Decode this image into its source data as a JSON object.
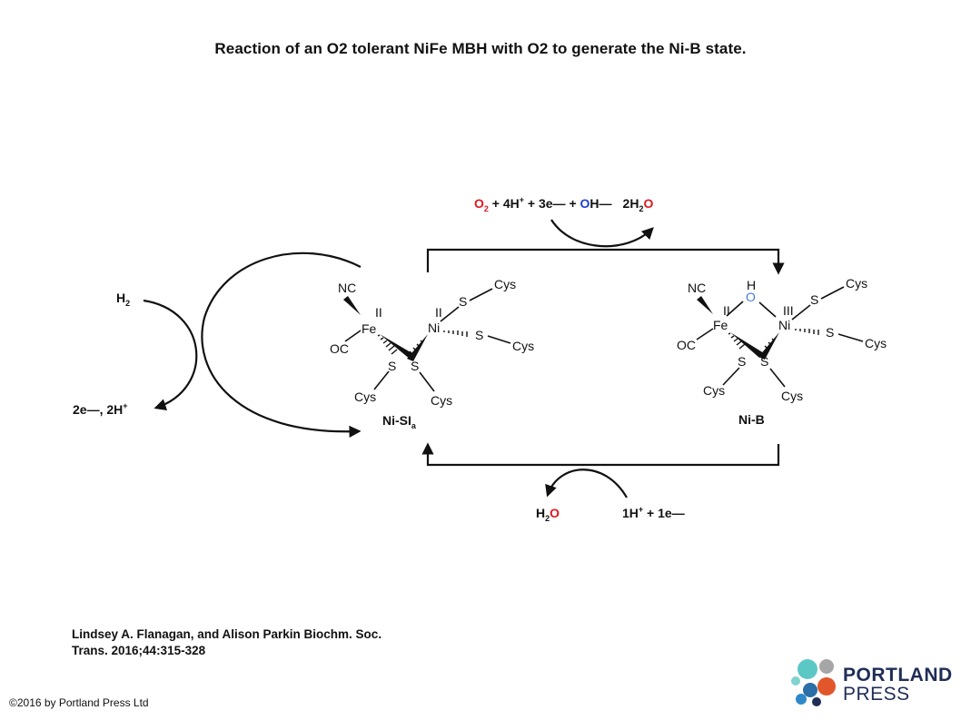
{
  "title": "Reaction of an O2 tolerant NiFe MBH with O2 to generate the Ni-B state.",
  "reactions": {
    "h2_input": {
      "main": "H",
      "sub": "2"
    },
    "h2_output": {
      "text": "2e—, 2H",
      "sup": "+"
    },
    "oxidation": {
      "o2": {
        "main": "O",
        "sub": "2"
      },
      "h": {
        "main": " + 4H",
        "sup": "+"
      },
      "e": " + 3e— + ",
      "oh": {
        "o": "O",
        "h": "H—"
      },
      "water": {
        "main": "2H",
        "sub": "2",
        "o": "O"
      }
    },
    "reduction": {
      "water": {
        "main": "H",
        "sub": "2",
        "o": "O"
      },
      "input": {
        "main": "1H",
        "sup": "+",
        "rest": " + 1e—"
      }
    }
  },
  "states": {
    "ni_si": {
      "name": {
        "main": "Ni-SI",
        "sub": "a"
      },
      "atoms": {
        "fe": "Fe",
        "ni": "Ni",
        "s1": "S",
        "s2": "S",
        "s3": "S",
        "s4": "S",
        "nc": "NC",
        "oc": "OC"
      },
      "oxidation_states": {
        "fe": "II",
        "ni": "II"
      },
      "ligands": {
        "cys1": "Cys",
        "cys2": "Cys",
        "cys3": "Cys",
        "cys4": "Cys"
      }
    },
    "ni_b": {
      "name": "Ni-B",
      "atoms": {
        "fe": "Fe",
        "ni": "Ni",
        "s1": "S",
        "s2": "S",
        "s3": "S",
        "s4": "S",
        "nc": "NC",
        "oc": "OC",
        "o": "O",
        "h": "H"
      },
      "oxidation_states": {
        "fe": "II",
        "ni": "III"
      },
      "ligands": {
        "cys1": "Cys",
        "cys2": "Cys",
        "cys3": "Cys",
        "cys4": "Cys"
      }
    }
  },
  "colors": {
    "oxygen": "#e0161e",
    "hydroxide_oxygen": "#1a3fd6",
    "bridging_oxygen": "#4a7bd8",
    "text": "#111111"
  },
  "citation": {
    "line1": "Lindsey A. Flanagan, and Alison Parkin Biochm. Soc.",
    "line2": "Trans. 2016;44:315-328"
  },
  "copyright": "©2016 by Portland Press Ltd",
  "logo": {
    "line1": "PORTLAND",
    "line2": "PRESS"
  }
}
